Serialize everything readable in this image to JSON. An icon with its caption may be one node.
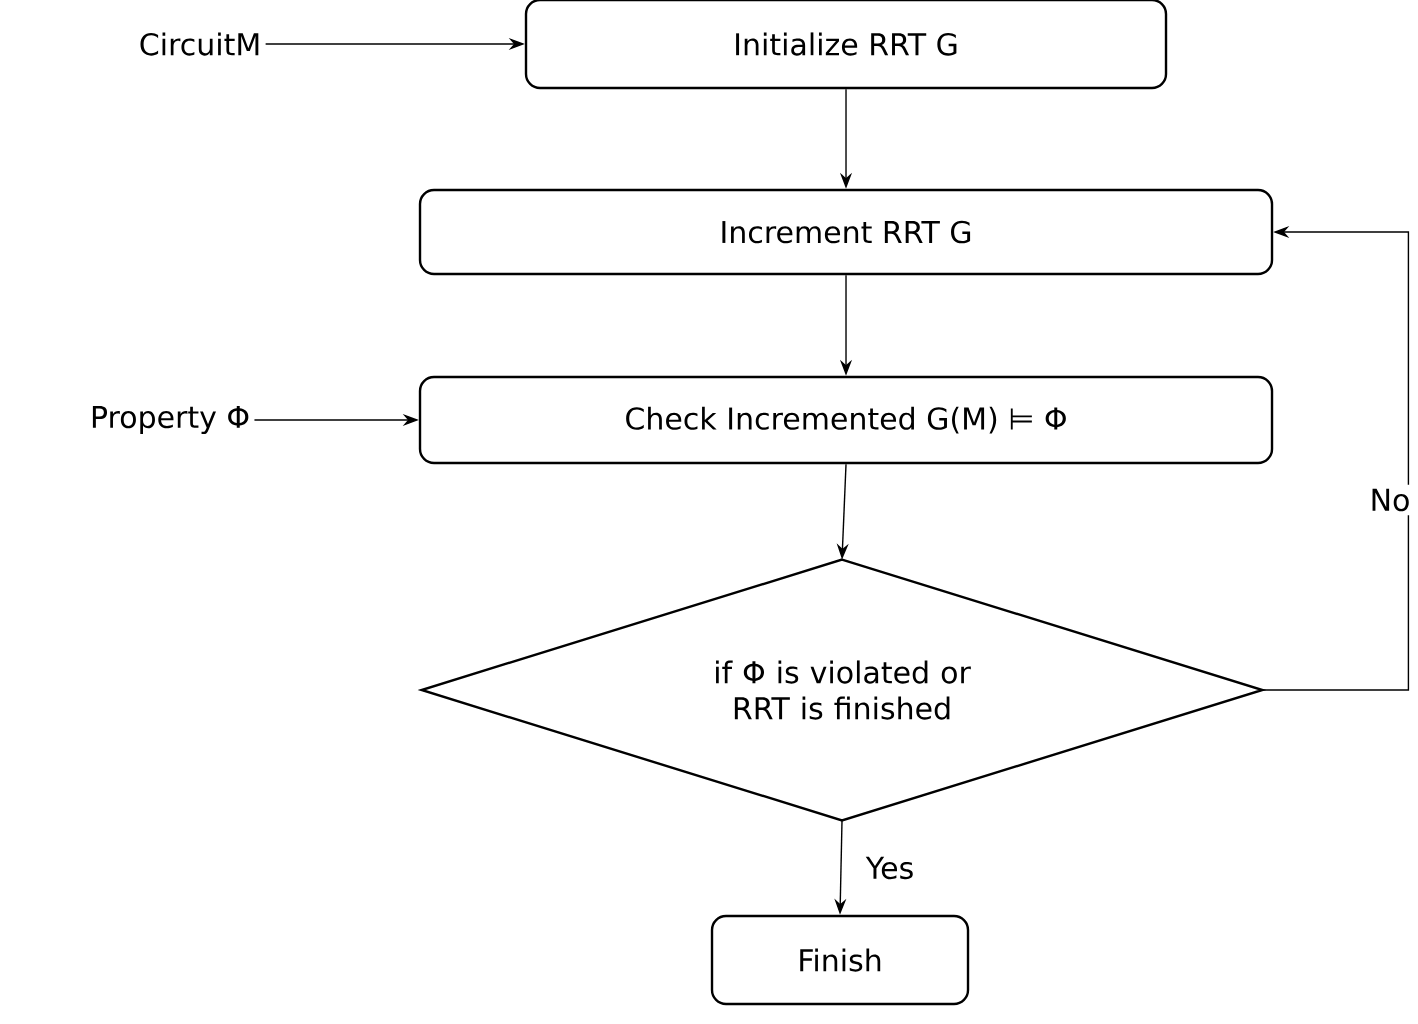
{
  "diagram": {
    "nodes": [
      {
        "text": [
          "CircuitM"
        ]
      },
      {
        "text": [
          "Initialize RRT G"
        ]
      },
      {
        "text": [
          "Increment RRT G"
        ]
      },
      {
        "text": [
          "Property Φ"
        ]
      },
      {
        "text": [
          "Check Incremented G(M) ⊨ Φ"
        ]
      },
      {
        "text": [
          "if Φ is violated or RRT is finished"
        ]
      },
      {
        "text": [
          "Finish"
        ]
      }
    ],
    "edges": [
      {
        "from": 0,
        "to": 1,
        "arrow": "to"
      },
      {
        "from": 1,
        "to": 2,
        "arrow": "to"
      },
      {
        "from": 2,
        "to": 4,
        "arrow": "to"
      },
      {
        "from": 3,
        "to": 4,
        "arrow": "to"
      },
      {
        "from": 4,
        "to": 5,
        "arrow": "to"
      },
      {
        "from": 5,
        "to": 2,
        "arrow": "to",
        "label": "No"
      },
      {
        "from": 5,
        "to": 6,
        "arrow": "to",
        "label": "Yes"
      }
    ]
  }
}
